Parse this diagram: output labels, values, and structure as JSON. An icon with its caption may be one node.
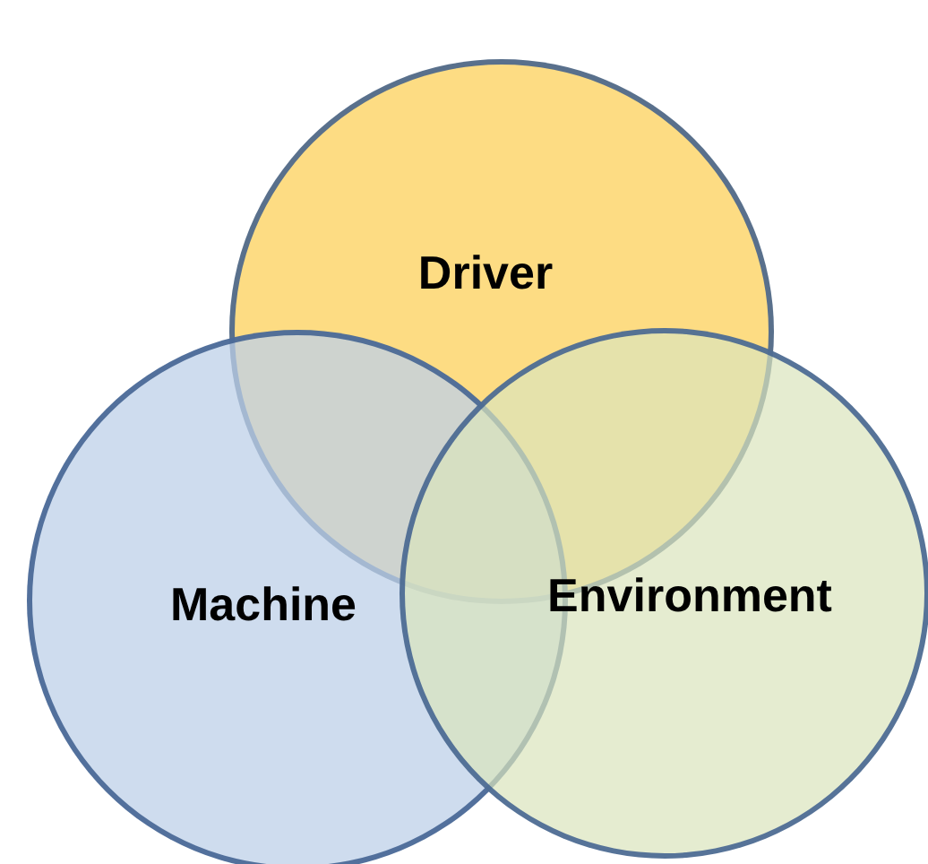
{
  "diagram": {
    "nodes": [
      {
        "text": [
          "Driver"
        ]
      },
      {
        "text": [
          "Machine"
        ]
      },
      {
        "text": [
          "Environment"
        ]
      }
    ]
  }
}
